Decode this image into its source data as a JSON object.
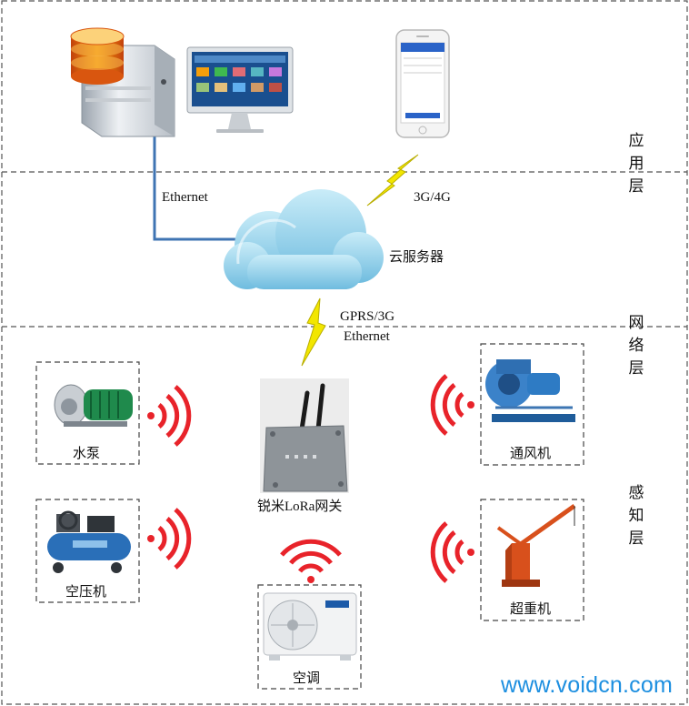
{
  "layers": {
    "application": "应\n用\n层",
    "network": "网\n络\n层",
    "perception": "感\n知\n层"
  },
  "links": {
    "ethernet": "Ethernet",
    "cellular_top": "3G/4G",
    "cellular_mid_line1": "GPRS/3G",
    "cellular_mid_line2": "Ethernet"
  },
  "nodes": {
    "cloud": "云服务器",
    "gateway": "锐米LoRa网关",
    "pump": "水泵",
    "compressor": "空压机",
    "aircon": "空调",
    "fan": "通风机",
    "crane": "超重机"
  },
  "watermark": "www.voidcn.com",
  "colors": {
    "wifi": "#e8232a",
    "bolt": "#f2e600",
    "cloud": "#8fd0ea",
    "link": "#3f74b3",
    "watermark": "#1d8fe0"
  }
}
